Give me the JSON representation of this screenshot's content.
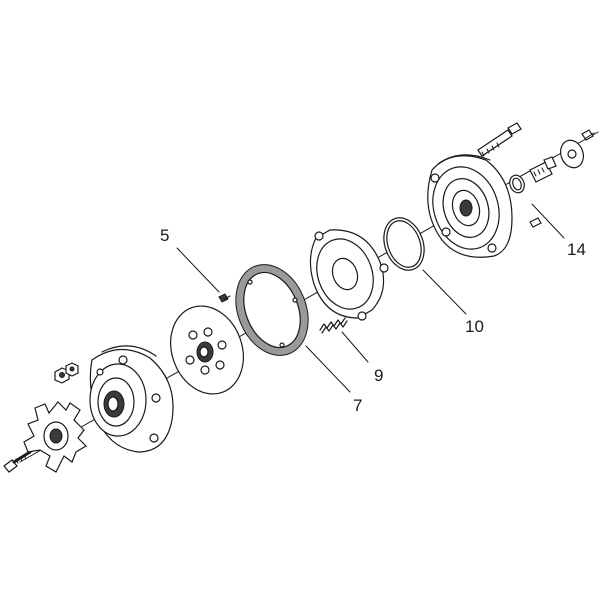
{
  "diagram": {
    "callouts": [
      {
        "id": "5",
        "label": "5"
      },
      {
        "id": "7",
        "label": "7"
      },
      {
        "id": "9",
        "label": "9"
      },
      {
        "id": "10",
        "label": "10"
      },
      {
        "id": "14",
        "label": "14"
      }
    ],
    "colors": {
      "line": "#1a1a1a",
      "shade": "#9a9a9a",
      "dark": "#3a3a3a",
      "background": "#ffffff"
    }
  }
}
